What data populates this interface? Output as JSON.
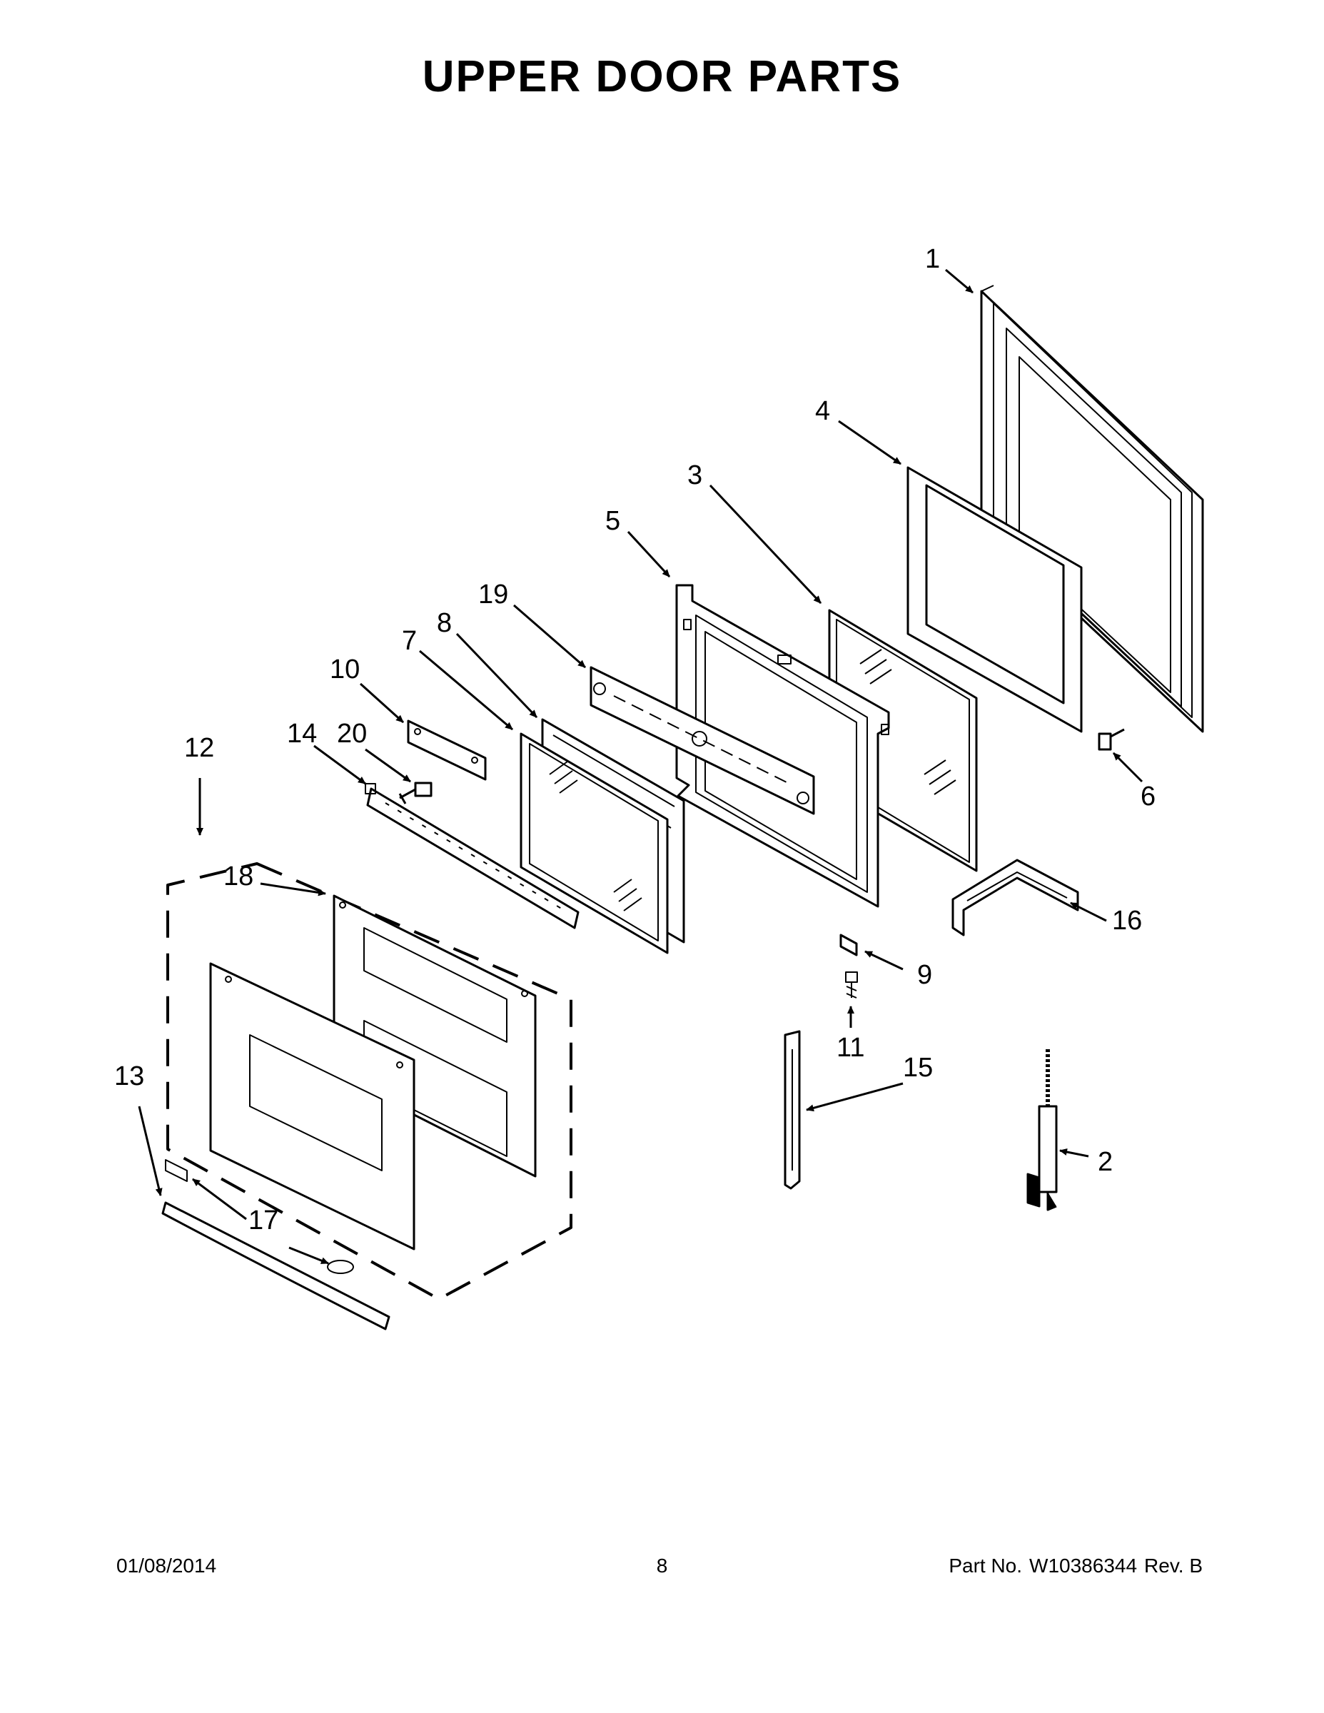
{
  "title": "UPPER DOOR PARTS",
  "callouts": {
    "c1": "1",
    "c2": "2",
    "c3": "3",
    "c4": "4",
    "c5": "5",
    "c6": "6",
    "c7": "7",
    "c8": "8",
    "c9": "9",
    "c10": "10",
    "c11": "11",
    "c12": "12",
    "c13": "13",
    "c14": "14",
    "c15": "15",
    "c16": "16",
    "c17": "17",
    "c18": "18",
    "c19": "19",
    "c20": "20"
  },
  "footer": {
    "date": "01/08/2014",
    "page": "8",
    "part_label": "Part No.",
    "part_number": "W10386344",
    "revision": "Rev. B"
  }
}
